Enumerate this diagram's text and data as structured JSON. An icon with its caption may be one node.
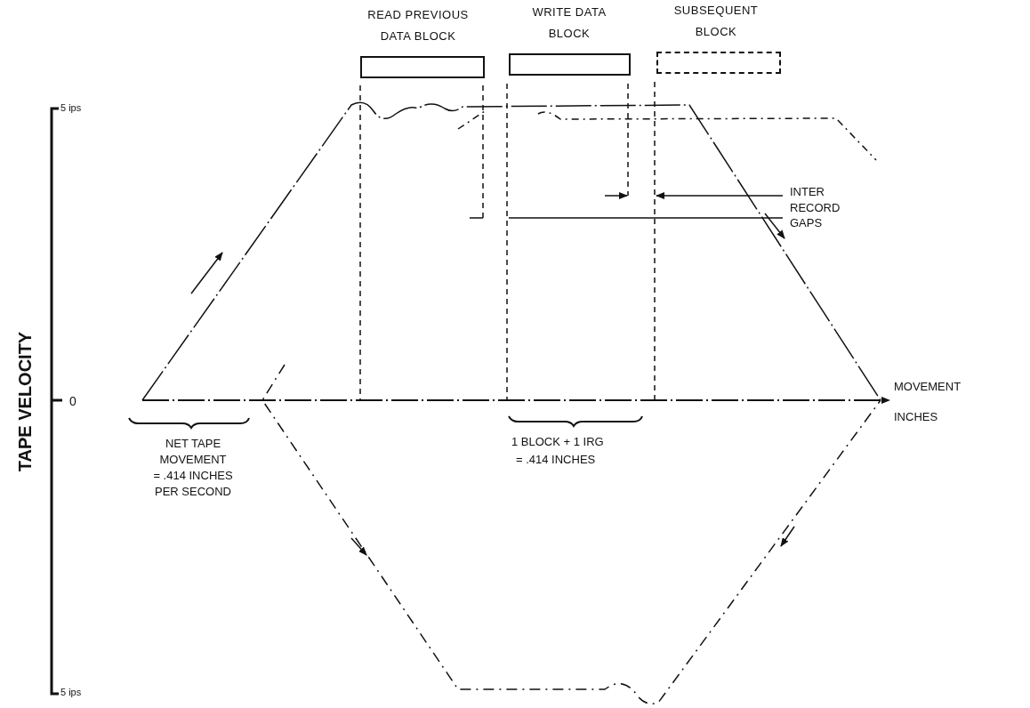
{
  "diagram": {
    "nodes": [
      {
        "text": [
          "READ PREVIOUS DATA BLOCK"
        ]
      },
      {
        "text": [
          "WRITE DATA BLOCK"
        ]
      },
      {
        "text": [
          "SUBSEQUENT BLOCK"
        ]
      }
    ],
    "labels": [
      "5 ips",
      "TAPE VELOCITY",
      "0",
      "5 ips",
      "INTER RECORD GAPS",
      "MOVEMENT",
      "INCHES",
      "NET TAPE MOVEMENT",
      "= .414 INCHES PER SECOND",
      "1 BLOCK + 1 IRG",
      "= .414 INCHES"
    ]
  }
}
